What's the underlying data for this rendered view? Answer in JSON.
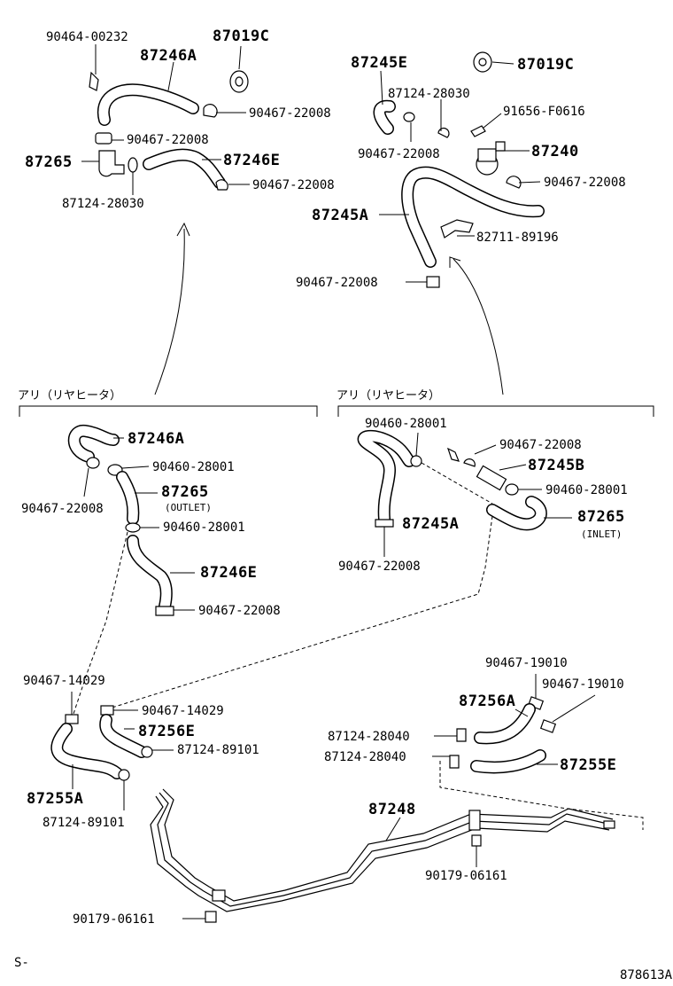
{
  "diagram": {
    "figure_code": "878613A",
    "corner_mark": "S-",
    "section_labels": {
      "left": "アリ（リヤヒータ）",
      "right": "アリ（リヤヒータ）"
    },
    "upper_left": {
      "clip_label": "90464-00232",
      "grommet_label": "87019C",
      "hose_top_label": "87246A",
      "clamp_a_label": "90467-22008",
      "clamp_b_label": "90467-22008",
      "valve_label": "87265",
      "hose_e_label": "87246E",
      "clamp_c_label": "90467-22008",
      "ring_label": "87124-28030"
    },
    "upper_right": {
      "hose_e_label": "87245E",
      "grommet_label": "87019C",
      "ring_label": "87124-28030",
      "screw_label": "91656-F0616",
      "clamp_a_label": "90467-22008",
      "valve_label": "87240",
      "clamp_b_label": "90467-22008",
      "hose_a_label": "87245A",
      "clamp_c_label": "82711-89196",
      "clamp_d_label": "90467-22008"
    },
    "mid_left": {
      "hose_label": "87246A",
      "ring_a_label": "90460-28001",
      "valve_label": "87265",
      "valve_note": "(OUTLET)",
      "clamp_a_label": "90467-22008",
      "ring_b_label": "90460-28001",
      "hose_e_label": "87246E",
      "clamp_b_label": "90467-22008"
    },
    "mid_right": {
      "ring_a_label": "90460-28001",
      "clamp_a_label": "90467-22008",
      "hose_b_label": "87245B",
      "ring_b_label": "90460-28001",
      "valve_label": "87265",
      "valve_note": "(INLET)",
      "hose_a_label": "87245A",
      "clamp_b_label": "90467-22008"
    },
    "bottom": {
      "clamp_l_label": "90467-14029",
      "clamp_m_label": "90467-14029",
      "hose_256e_label": "87256E",
      "ring_m_label": "87124-89101",
      "hose_255a_label": "87255A",
      "ring_l_label": "87124-89101",
      "clamp_r1_label": "90467-19010",
      "clamp_r2_label": "90467-19010",
      "hose_256a_label": "87256A",
      "ring_r1_label": "87124-28040",
      "ring_r2_label": "87124-28040",
      "hose_255e_label": "87255E",
      "pipe_label": "87248",
      "bolt_r_label": "90179-06161",
      "bolt_l_label": "90179-06161"
    }
  }
}
